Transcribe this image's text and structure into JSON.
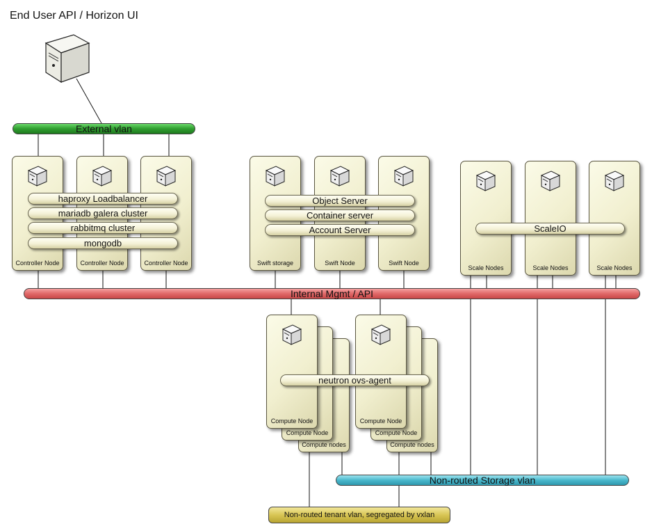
{
  "title": "End User API / Horizon UI",
  "networks": {
    "external": "External vlan",
    "internal": "Internal Mgmt / API",
    "storage": "Non-routed Storage vlan",
    "tenant": "Non-routed tenant vlan, segregated by vxlan"
  },
  "controller": {
    "nodes": [
      "Controller Node",
      "Controller Node",
      "Controller Node"
    ],
    "services": [
      "haproxy Loadbalancer",
      "mariadb galera cluster",
      "rabbitmq cluster",
      "mongodb"
    ]
  },
  "swift": {
    "nodes": [
      "Swift storage",
      "Swift Node",
      "Swift Node"
    ],
    "services": [
      "Object Server",
      "Container server",
      "Account Server"
    ]
  },
  "scale": {
    "nodes": [
      "Scale Nodes",
      "Scale Nodes",
      "Scale Nodes"
    ],
    "service": "ScaleIO"
  },
  "compute": {
    "stack_labels": [
      "Compute Node",
      "Compute Node",
      "Compute nodes"
    ],
    "service": "neutron ovs-agent"
  },
  "colors": {
    "external_vlan": "#2f9e2f",
    "internal_api": "#e06868",
    "storage_vlan": "#4ab8cc",
    "tenant_vlan": "#d8c554",
    "node_fill": "#f1efcf"
  },
  "icons": {
    "end_user": "server-tower-icon",
    "node": "server-icon"
  }
}
